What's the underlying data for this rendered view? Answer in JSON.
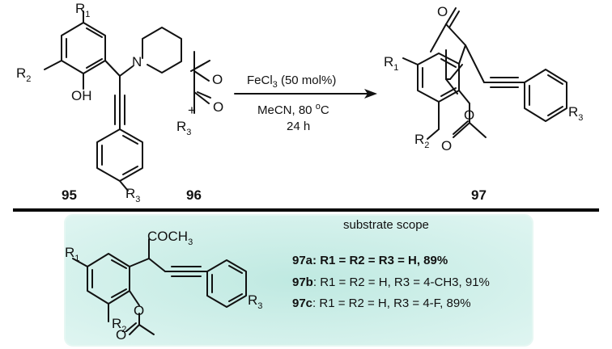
{
  "compounds": {
    "c95": "95",
    "c96": "96",
    "c97": "97"
  },
  "atoms": {
    "r": "R",
    "n": "N",
    "oh": "OH",
    "o": "O",
    "sub1": "1",
    "sub2": "2",
    "sub3": "3",
    "plus": "+"
  },
  "conditions": {
    "catalyst": "FeCl",
    "catalyst_sub": "3",
    "catalyst_load": " (50 mol%)",
    "solvent_temp": "MeCN, 80 ",
    "deg": "o",
    "deg_unit": "C",
    "time": "24 h"
  },
  "scope": {
    "title": "substrate scope",
    "acyl": "COCH",
    "acyl_sub": "3",
    "entries": [
      {
        "id": "97a",
        "text": ": R1 = R2 = R3 = H, 89%",
        "bold": true
      },
      {
        "id": "97b",
        "text": ": R1 = R2 = H, R3 = 4-CH3, 91%",
        "bold": false
      },
      {
        "id": "97c",
        "text": ": R1 = R2 = H, R3 = 4-F, 89%",
        "bold": false
      }
    ]
  },
  "colors": {
    "panel_fill": "#bfe9e1",
    "panel_edge": "#e6f7f3",
    "divider": "#000000"
  }
}
